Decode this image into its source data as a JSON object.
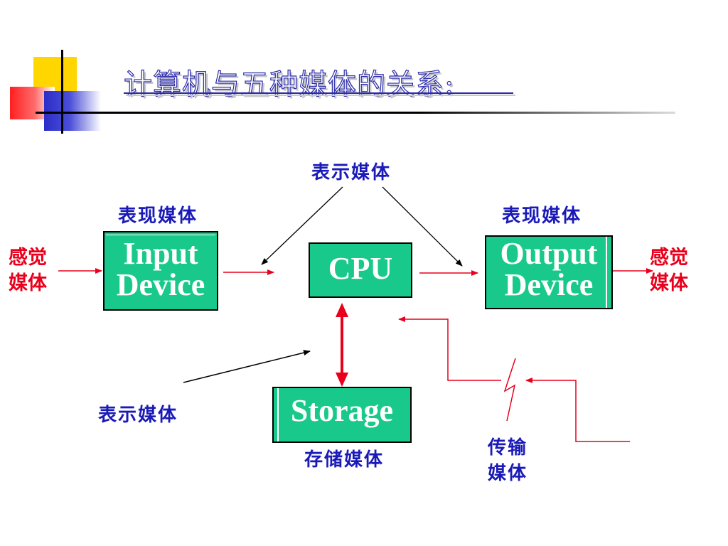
{
  "title": "计算机与五种媒体的关系:",
  "labels": {
    "representation_top": "表示媒体",
    "presentation_left": "表现媒体",
    "presentation_right": "表现媒体",
    "perception_left_line1": "感觉",
    "perception_left_line2": "媒体",
    "perception_right_line1": "感觉",
    "perception_right_line2": "媒体",
    "representation_bottom": "表示媒体",
    "storage_media": "存储媒体",
    "transmission_line1": "传输",
    "transmission_line2": "媒体"
  },
  "boxes": {
    "input_line1": "Input",
    "input_line2": "Device",
    "cpu": "CPU",
    "output_line1": "Output",
    "output_line2": "Device",
    "storage": "Storage"
  },
  "colors": {
    "box_fill": "#19c98b",
    "label_blue": "#1a1ab8",
    "label_red": "#e8001c",
    "arrow_red": "#e8001c",
    "arrow_black": "#000000"
  }
}
